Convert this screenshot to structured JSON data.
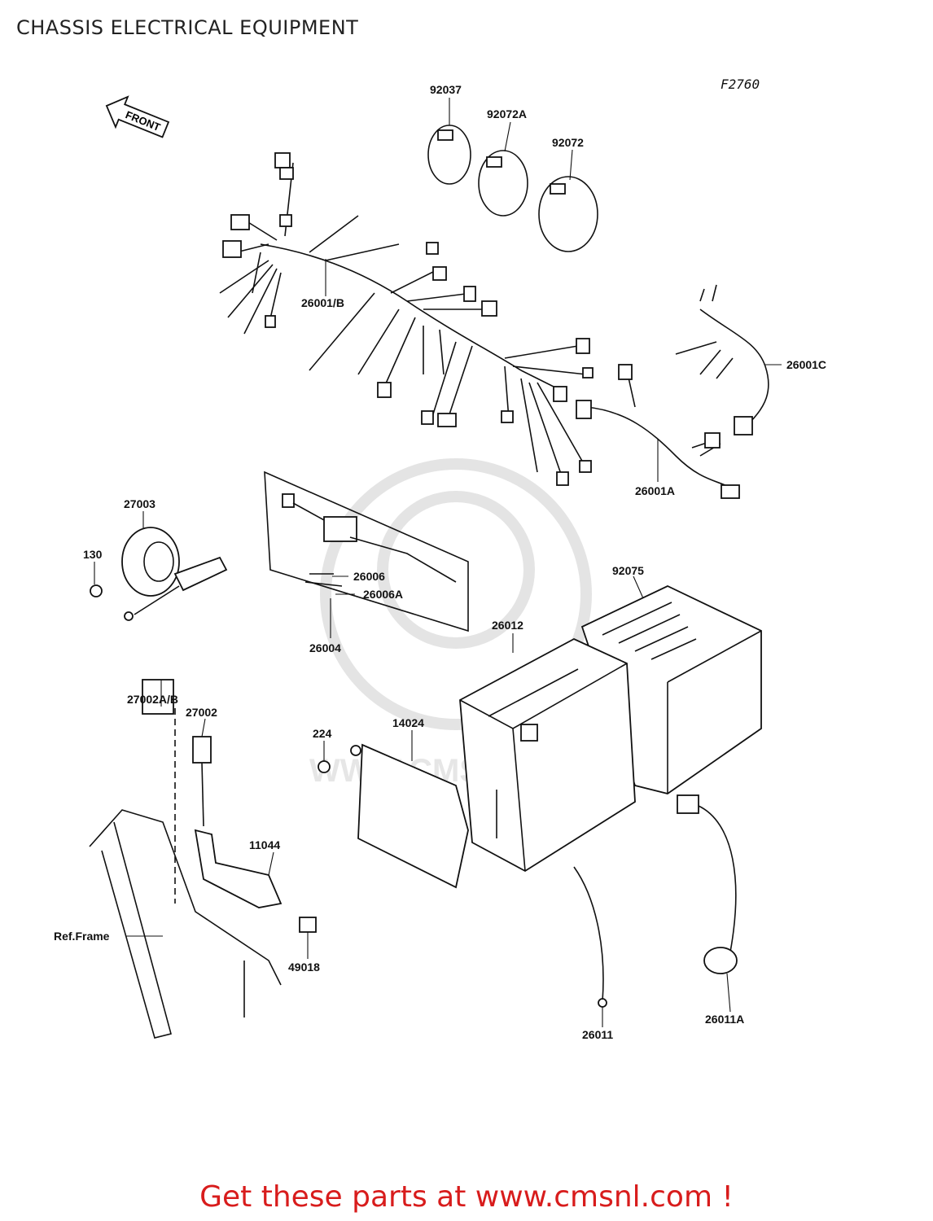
{
  "header": {
    "title": "CHASSIS ELECTRICAL EQUIPMENT",
    "figure_code": "F2760"
  },
  "front_arrow": {
    "text": "FRONT"
  },
  "watermark": {
    "text": "WWW.CMSNL.COM"
  },
  "parts": {
    "p92037": "92037",
    "p92072A": "92072A",
    "p92072": "92072",
    "p26001B": "26001/B",
    "p26001C": "26001C",
    "p26001A": "26001A",
    "p27003": "27003",
    "p130": "130",
    "p26006": "26006",
    "p26006A": "26006A",
    "p26004": "26004",
    "p92075": "92075",
    "p26012": "26012",
    "p27002AB": "27002A/B",
    "p27002": "27002",
    "p224": "224",
    "p14024": "14024",
    "p11044": "11044",
    "refFrame": "Ref.Frame",
    "p49018": "49018",
    "p26011": "26011",
    "p26011A": "26011A"
  },
  "footer": {
    "cta": "Get these parts at www.cmsnl.com !"
  },
  "colors": {
    "cta": "#d81c1c",
    "line": "#111111",
    "watermark": "#e4e4e4"
  }
}
